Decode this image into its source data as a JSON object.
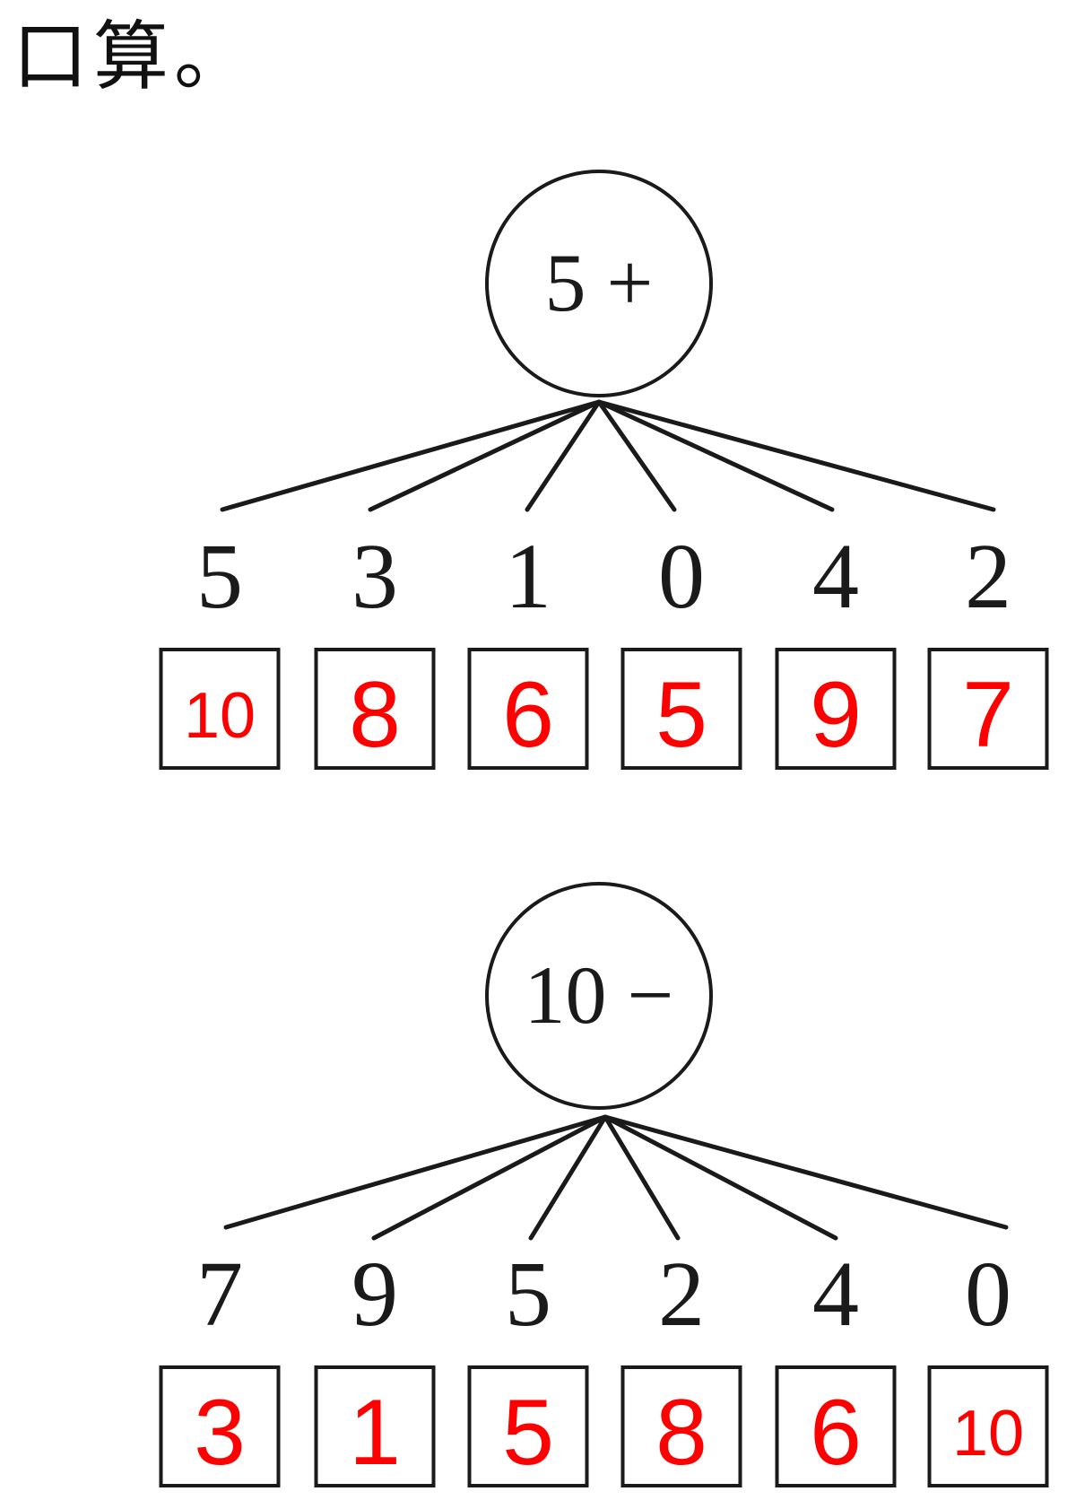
{
  "title": "口算。",
  "colors": {
    "ink": "#1a1a1a",
    "answer": "#ff0000"
  },
  "groups": [
    {
      "operator_label": "5 +",
      "operands": [
        "5",
        "3",
        "1",
        "0",
        "4",
        "2"
      ],
      "answers": [
        "10",
        "8",
        "6",
        "5",
        "9",
        "7"
      ]
    },
    {
      "operator_label": "10 −",
      "operands": [
        "7",
        "9",
        "5",
        "2",
        "4",
        "0"
      ],
      "answers": [
        "3",
        "1",
        "5",
        "8",
        "6",
        "10"
      ]
    }
  ]
}
